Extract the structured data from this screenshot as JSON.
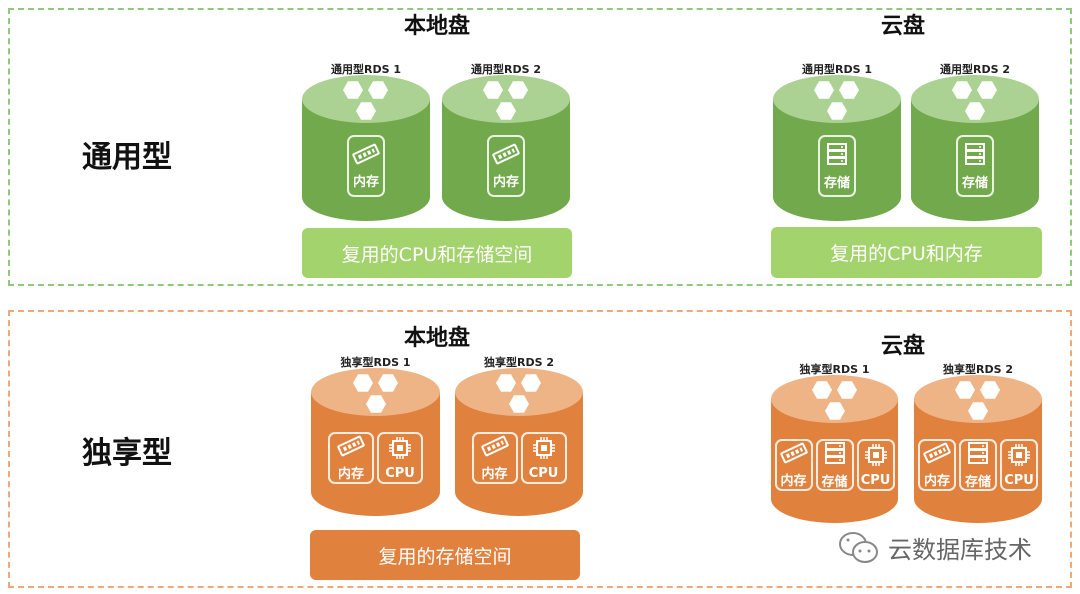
{
  "rows": [
    {
      "label": "通用型"
    },
    {
      "label": "独享型"
    }
  ],
  "sections": {
    "top_local": "本地盘",
    "top_cloud": "云盘",
    "bottom_local": "本地盘",
    "bottom_cloud": "云盘"
  },
  "bars": {
    "top_local": "复用的CPU和存储空间",
    "top_cloud": "复用的CPU和内存",
    "bottom_local": "复用的存储空间"
  },
  "colors": {
    "green_body": "#72a94c",
    "green_top": "#acd293",
    "green_bar": "#a3d36c",
    "orange_body": "#e0813e",
    "orange_top": "#efb486",
    "orange_bar": "#e0813e"
  },
  "cylinders": [
    {
      "name": "通用型RDS 1",
      "theme": "green",
      "components": [
        {
          "icon": "memory-icon",
          "label": "内存"
        }
      ]
    },
    {
      "name": "通用型RDS 2",
      "theme": "green",
      "components": [
        {
          "icon": "memory-icon",
          "label": "内存"
        }
      ]
    },
    {
      "name": "通用型RDS 1",
      "theme": "green",
      "components": [
        {
          "icon": "storage-icon",
          "label": "存储"
        }
      ]
    },
    {
      "name": "通用型RDS 2",
      "theme": "green",
      "components": [
        {
          "icon": "storage-icon",
          "label": "存储"
        }
      ]
    },
    {
      "name": "独享型RDS 1",
      "theme": "orange",
      "components": [
        {
          "icon": "memory-icon",
          "label": "内存"
        },
        {
          "icon": "cpu-icon",
          "label": "CPU"
        }
      ]
    },
    {
      "name": "独享型RDS 2",
      "theme": "orange",
      "components": [
        {
          "icon": "memory-icon",
          "label": "内存"
        },
        {
          "icon": "cpu-icon",
          "label": "CPU"
        }
      ]
    },
    {
      "name": "独享型RDS 1",
      "theme": "orange",
      "components": [
        {
          "icon": "memory-icon",
          "label": "内存"
        },
        {
          "icon": "storage-icon",
          "label": "存储"
        },
        {
          "icon": "cpu-icon",
          "label": "CPU"
        }
      ]
    },
    {
      "name": "独享型RDS 2",
      "theme": "orange",
      "components": [
        {
          "icon": "memory-icon",
          "label": "内存"
        },
        {
          "icon": "storage-icon",
          "label": "存储"
        },
        {
          "icon": "cpu-icon",
          "label": "CPU"
        }
      ]
    }
  ],
  "watermark": "云数据库技术"
}
